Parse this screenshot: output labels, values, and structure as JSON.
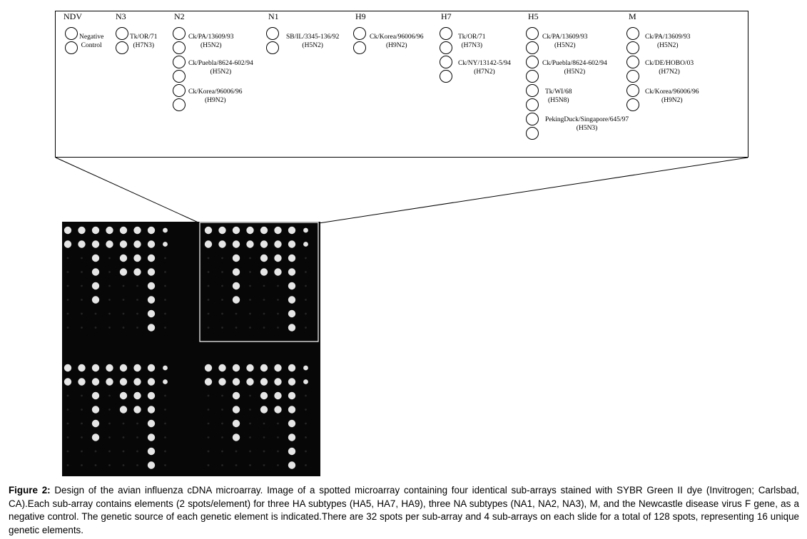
{
  "diagram": {
    "columns": [
      {
        "header": "NDV",
        "key": "ndv"
      },
      {
        "header": "N3",
        "key": "n3"
      },
      {
        "header": "N2",
        "key": "n2"
      },
      {
        "header": "N1",
        "key": "n1"
      },
      {
        "header": "H9",
        "key": "h9"
      },
      {
        "header": "H7",
        "key": "h7"
      },
      {
        "header": "H5",
        "key": "h5"
      },
      {
        "header": "M",
        "key": "m"
      }
    ],
    "ndv": [
      {
        "line1": "Negative",
        "line2": "Control"
      }
    ],
    "n3": [
      {
        "line1": "Tk/OR/71",
        "line2": "(H7N3)"
      }
    ],
    "n2": [
      {
        "line1": "Ck/PA/13609/93",
        "line2": "(H5N2)"
      },
      {
        "line1": "Ck/Puebla/8624-602/94",
        "line2": "(H5N2)"
      },
      {
        "line1": "Ck/Korea/96006/96",
        "line2": "(H9N2)"
      }
    ],
    "n1": [
      {
        "line1": "SB/IL/3345-136/92",
        "line2": "(H5N2)"
      }
    ],
    "h9": [
      {
        "line1": "Ck/Korea/96006/96",
        "line2": "(H9N2)"
      }
    ],
    "h7": [
      {
        "line1": "Tk/OR/71",
        "line2": "(H7N3)"
      },
      {
        "line1": "Ck/NY/13142-5/94",
        "line2": "(H7N2)"
      }
    ],
    "h5": [
      {
        "line1": "Ck/PA/13609/93",
        "line2": "(H5N2)"
      },
      {
        "line1": "Ck/Puebla/8624-602/94",
        "line2": "(H5N2)"
      },
      {
        "line1": "Tk/WI/68",
        "line2": "(H5N8)"
      },
      {
        "line1": "PekingDuck/Singapore/645/97",
        "line2": "(H5N3)"
      }
    ],
    "m": [
      {
        "line1": "Ck/PA/13609/93",
        "line2": "(H5N2)"
      },
      {
        "line1": "Ck/DE/HOBO/03",
        "line2": "(H7N2)"
      },
      {
        "line1": "Ck/Korea/96006/96",
        "line2": "(H9N2)"
      }
    ]
  },
  "microarray": {
    "background_color": "#070707",
    "spot_color": "#e6e6e6",
    "highlight_border_color": "#ffffff"
  },
  "caption": {
    "label": "Figure 2:",
    "text": " Design of the avian influenza cDNA microarray. Image of a spotted microarray containing four identical sub-arrays stained with SYBR Green II dye (Invitrogen; Carlsbad, CA).Each sub-array contains elements (2 spots/element) for three HA subtypes (HA5, HA7, HA9), three NA subtypes (NA1, NA2, NA3), M, and the Newcastle disease virus F gene, as a negative control. The genetic source of each genetic element is indicated.There are 32 spots per sub-array and 4 sub-arrays on each slide for a total of 128 spots, representing 16 unique genetic elements."
  }
}
